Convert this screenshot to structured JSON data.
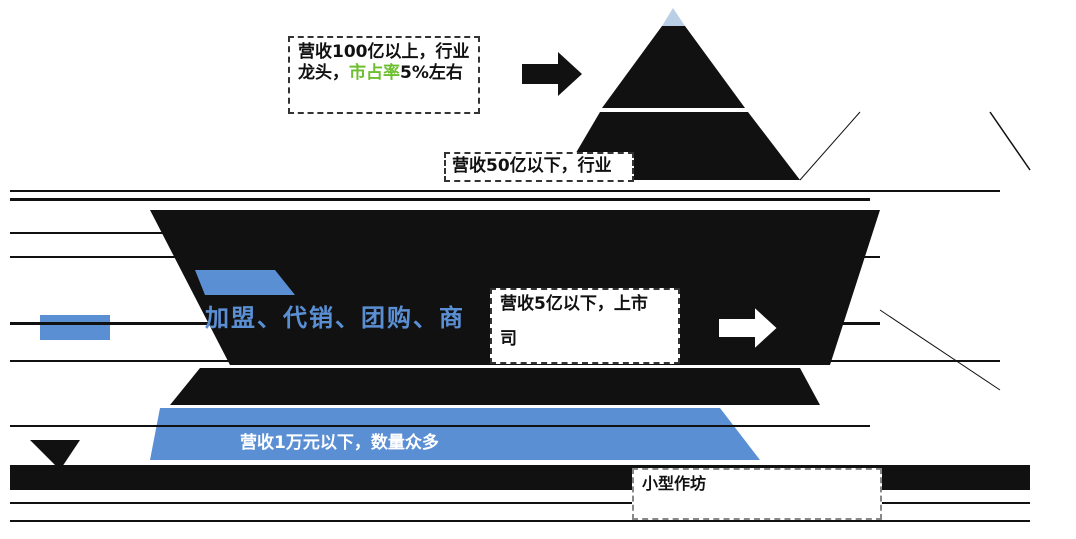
{
  "tiers": [
    {
      "id": "top",
      "text_parts": [
        {
          "t": "营收100亿以上，行业龙头，",
          "style": "normal"
        },
        {
          "t": "市占率",
          "style": "green"
        },
        {
          "t": "5%左右",
          "style": "normal"
        }
      ]
    },
    {
      "id": "second",
      "text": "营收50亿以下，行业"
    },
    {
      "id": "third",
      "text": "营收5亿以下，上市",
      "subtext": "司"
    },
    {
      "id": "left_label",
      "text": "加盟、代销、团购、商"
    },
    {
      "id": "bottom",
      "text": "营收1万元以下，数量众多",
      "subtext": "小型作坊"
    }
  ],
  "colors": {
    "pyramid": "#111111",
    "accent_blue": "#5b8fd4",
    "accent_green": "#6cbf2f",
    "tip": "#b9cfe6"
  }
}
